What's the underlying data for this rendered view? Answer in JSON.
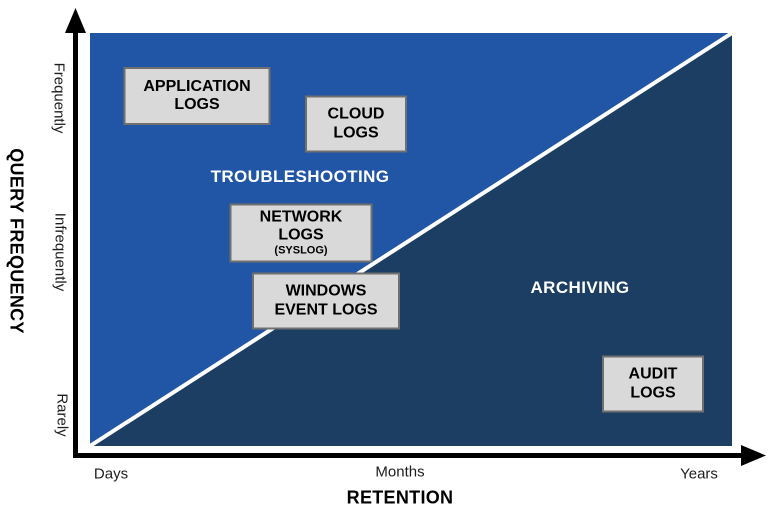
{
  "diagram": {
    "y_axis": {
      "title": "QUERY FREQUENCY",
      "ticks": [
        "Frequently",
        "Infrequently",
        "Rarely"
      ]
    },
    "x_axis": {
      "title": "RETENTION",
      "ticks": [
        "Days",
        "Months",
        "Years"
      ]
    },
    "regions": [
      {
        "label": "TROUBLESHOOTING"
      },
      {
        "label": "ARCHIVING"
      }
    ],
    "boxes": [
      {
        "label": "APPLICATION\nLOGS"
      },
      {
        "label": "CLOUD\nLOGS"
      },
      {
        "label": "NETWORK\nLOGS",
        "sublabel": "(SYSLOG)"
      },
      {
        "label": "WINDOWS\nEVENT LOGS"
      },
      {
        "label": "AUDIT\nLOGS"
      }
    ],
    "colors": {
      "troubleshooting_bg": "#2155A5",
      "archiving_bg": "#1C3E63",
      "divider": "#FFFFFF",
      "box_fill": "#D9D9D9",
      "box_border": "#707070",
      "axis": "#000000",
      "region_label_text": "#FFFFFF",
      "box_text": "#000000"
    }
  }
}
